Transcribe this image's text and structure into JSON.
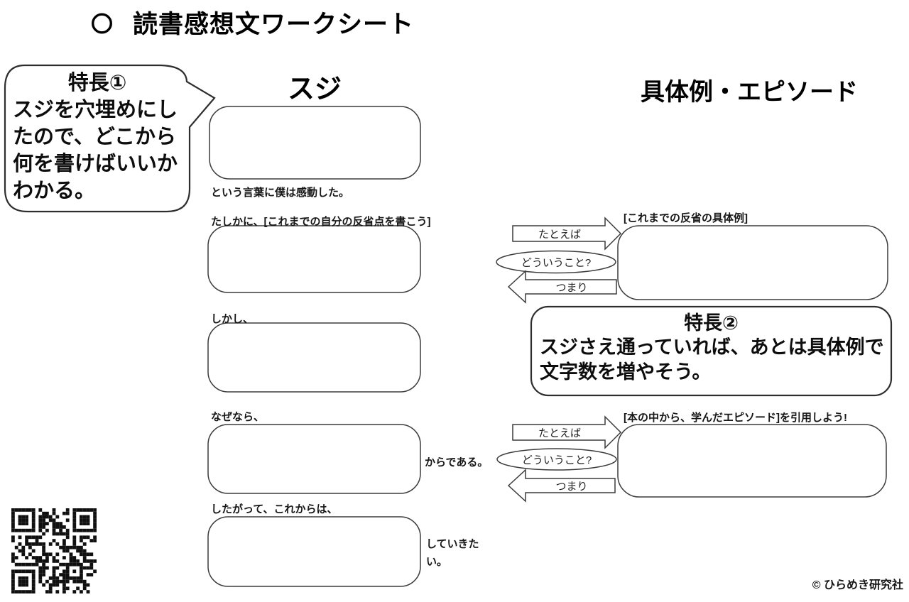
{
  "page": {
    "title_bullet": "〇",
    "title": "読書感想文ワークシート",
    "copyright": "© ひらめき研究社"
  },
  "feature1": {
    "heading": "特長①",
    "body": "スジを穴埋めにしたので、どこから何を書けばいいかわかる。"
  },
  "feature2": {
    "heading": "特長②",
    "body": "スジさえ通っていれば、あとは具体例で文字数を増やそう。"
  },
  "columns": {
    "left_header": "スジ",
    "right_header": "具体例・エピソード"
  },
  "suji": {
    "box1_suffix": "という言葉に僕は感動した。",
    "box2_label": "たしかに、[これまでの自分の反省点を書こう]",
    "box3_label": "しかし、",
    "box4_label": "なぜなら、",
    "box4_suffix": "からである。",
    "box5_label": "したがって、これからは、",
    "box5_suffix": "していきたい。"
  },
  "examples": {
    "box1_label": "[これまでの反省の具体例]",
    "box2_label": "[本の中から、学んだエピソード]を引用しよう!"
  },
  "connectors": {
    "example_arrow": "たとえば",
    "question": "どういうこと?",
    "summary": "つまり"
  }
}
